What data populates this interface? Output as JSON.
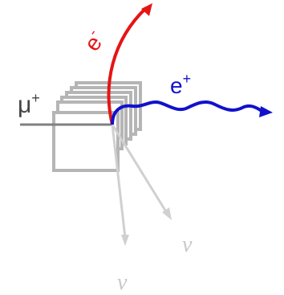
{
  "diagram": {
    "incoming_particle": {
      "label": "μ",
      "charge": "+"
    },
    "electron": {
      "label": "e",
      "charge": "-",
      "color": "#e51515"
    },
    "positron": {
      "label": "e",
      "charge": "+",
      "color": "#1111cc"
    },
    "neutrinos": [
      {
        "label": "ν"
      },
      {
        "label": "ν"
      }
    ],
    "colors": {
      "detector_plates": "#b5b5b5",
      "muon_track": "#808080",
      "neutrino_tracks": "#d0d0d0",
      "text_dark": "#444444",
      "neutrino_text": "#c8c8c8"
    }
  }
}
